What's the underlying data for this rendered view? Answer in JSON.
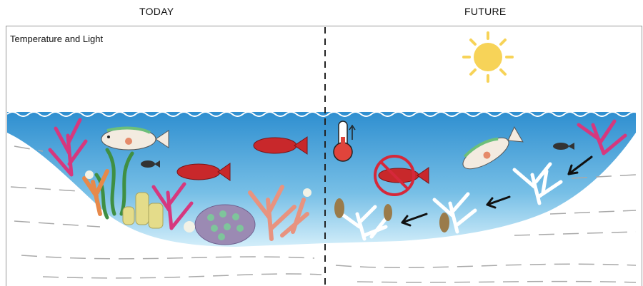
{
  "header": {
    "left_label": "TODAY",
    "right_label": "FUTURE"
  },
  "panel": {
    "title": "Temperature and Light"
  },
  "colors": {
    "water_top": "#2f8fd0",
    "water_bottom": "#bfe4f7",
    "fish_red": "#c8282b",
    "coral_pink": "#d6387e",
    "bleached_coral": "#ffffff",
    "sun": "#f7d358",
    "no_sign": "#d6283a"
  },
  "icons": [
    "thermometer-icon",
    "sun-icon",
    "no-fish-icon",
    "arrow-icon"
  ]
}
